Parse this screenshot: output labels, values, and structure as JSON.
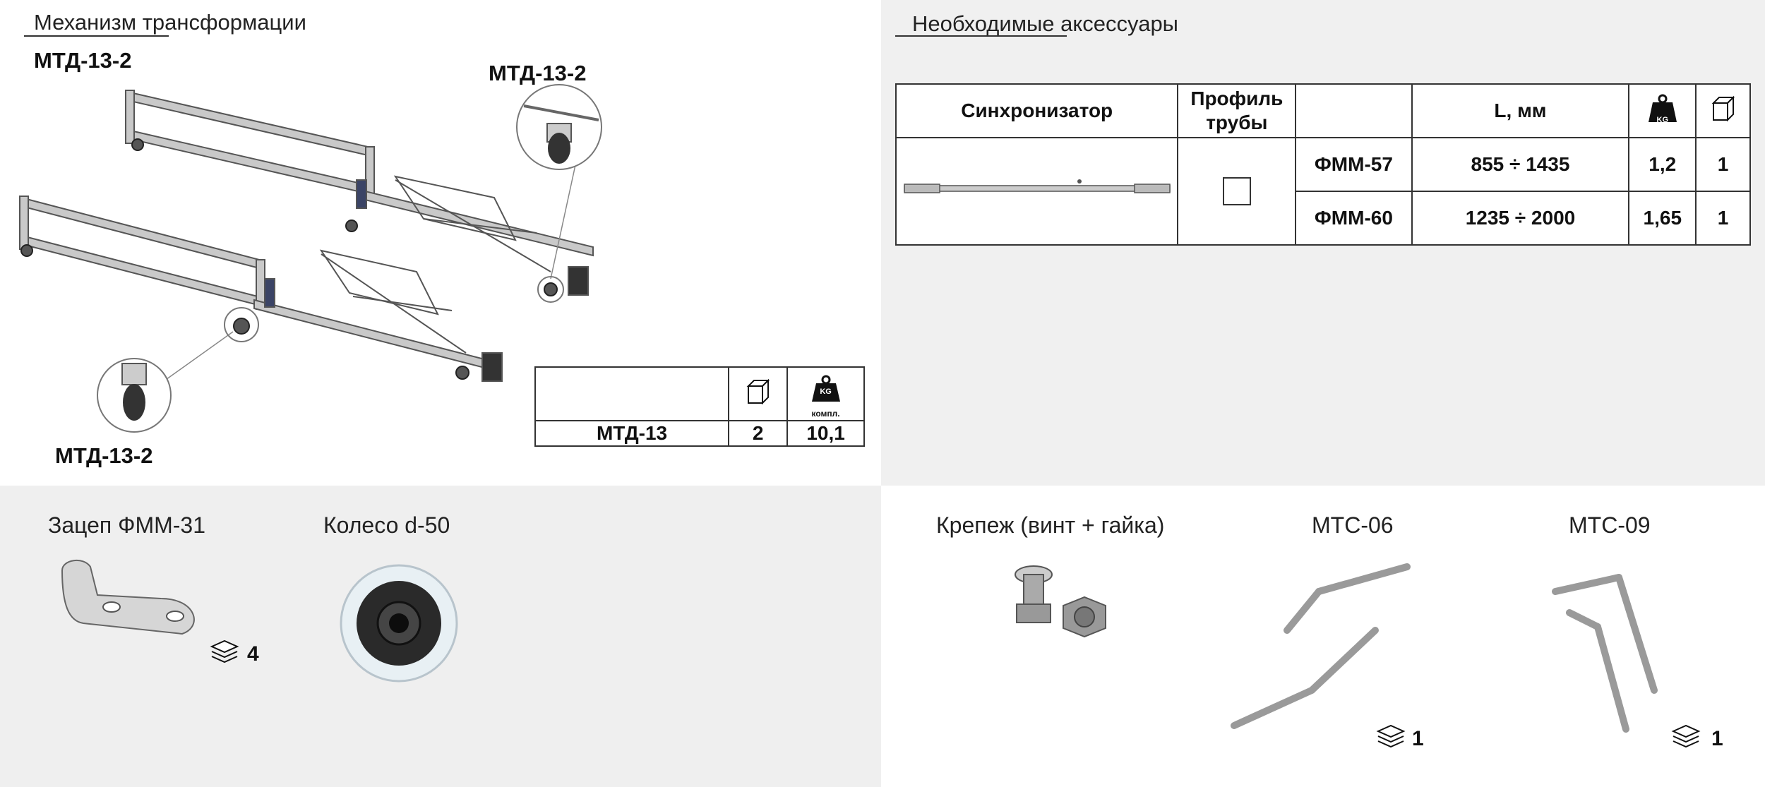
{
  "mechanism": {
    "title": "Механизм трансформации",
    "model_top": "МТД-13-2",
    "callout_top": "МТД-13-2",
    "callout_bottom": "МТД-13-2",
    "table": {
      "row_label": "МТД-13",
      "qty": "2",
      "weight": "10,1",
      "kg_label": "KG",
      "kg_sub": "компл."
    }
  },
  "accessories": {
    "title": "Необходимые аксессуары",
    "table": {
      "headers": {
        "sync": "Синхронизатор",
        "profile": "Профиль трубы",
        "length": "L, мм",
        "kg_label": "KG"
      },
      "rows": [
        {
          "model": "ФММ-57",
          "length": "855 ÷ 1435",
          "weight": "1,2",
          "qty": "1"
        },
        {
          "model": "ФММ-60",
          "length": "1235 ÷ 2000",
          "weight": "1,65",
          "qty": "1"
        }
      ]
    }
  },
  "parts": {
    "hook": {
      "label": "Зацеп ФММ-31",
      "qty": "4"
    },
    "wheel": {
      "label": "Колесо d-50"
    },
    "fastener": {
      "label": "Крепеж (винт + гайка)"
    },
    "mtc06": {
      "label": "МТС-06",
      "qty": "1"
    },
    "mtc09": {
      "label": "МТС-09",
      "qty": "1"
    }
  }
}
